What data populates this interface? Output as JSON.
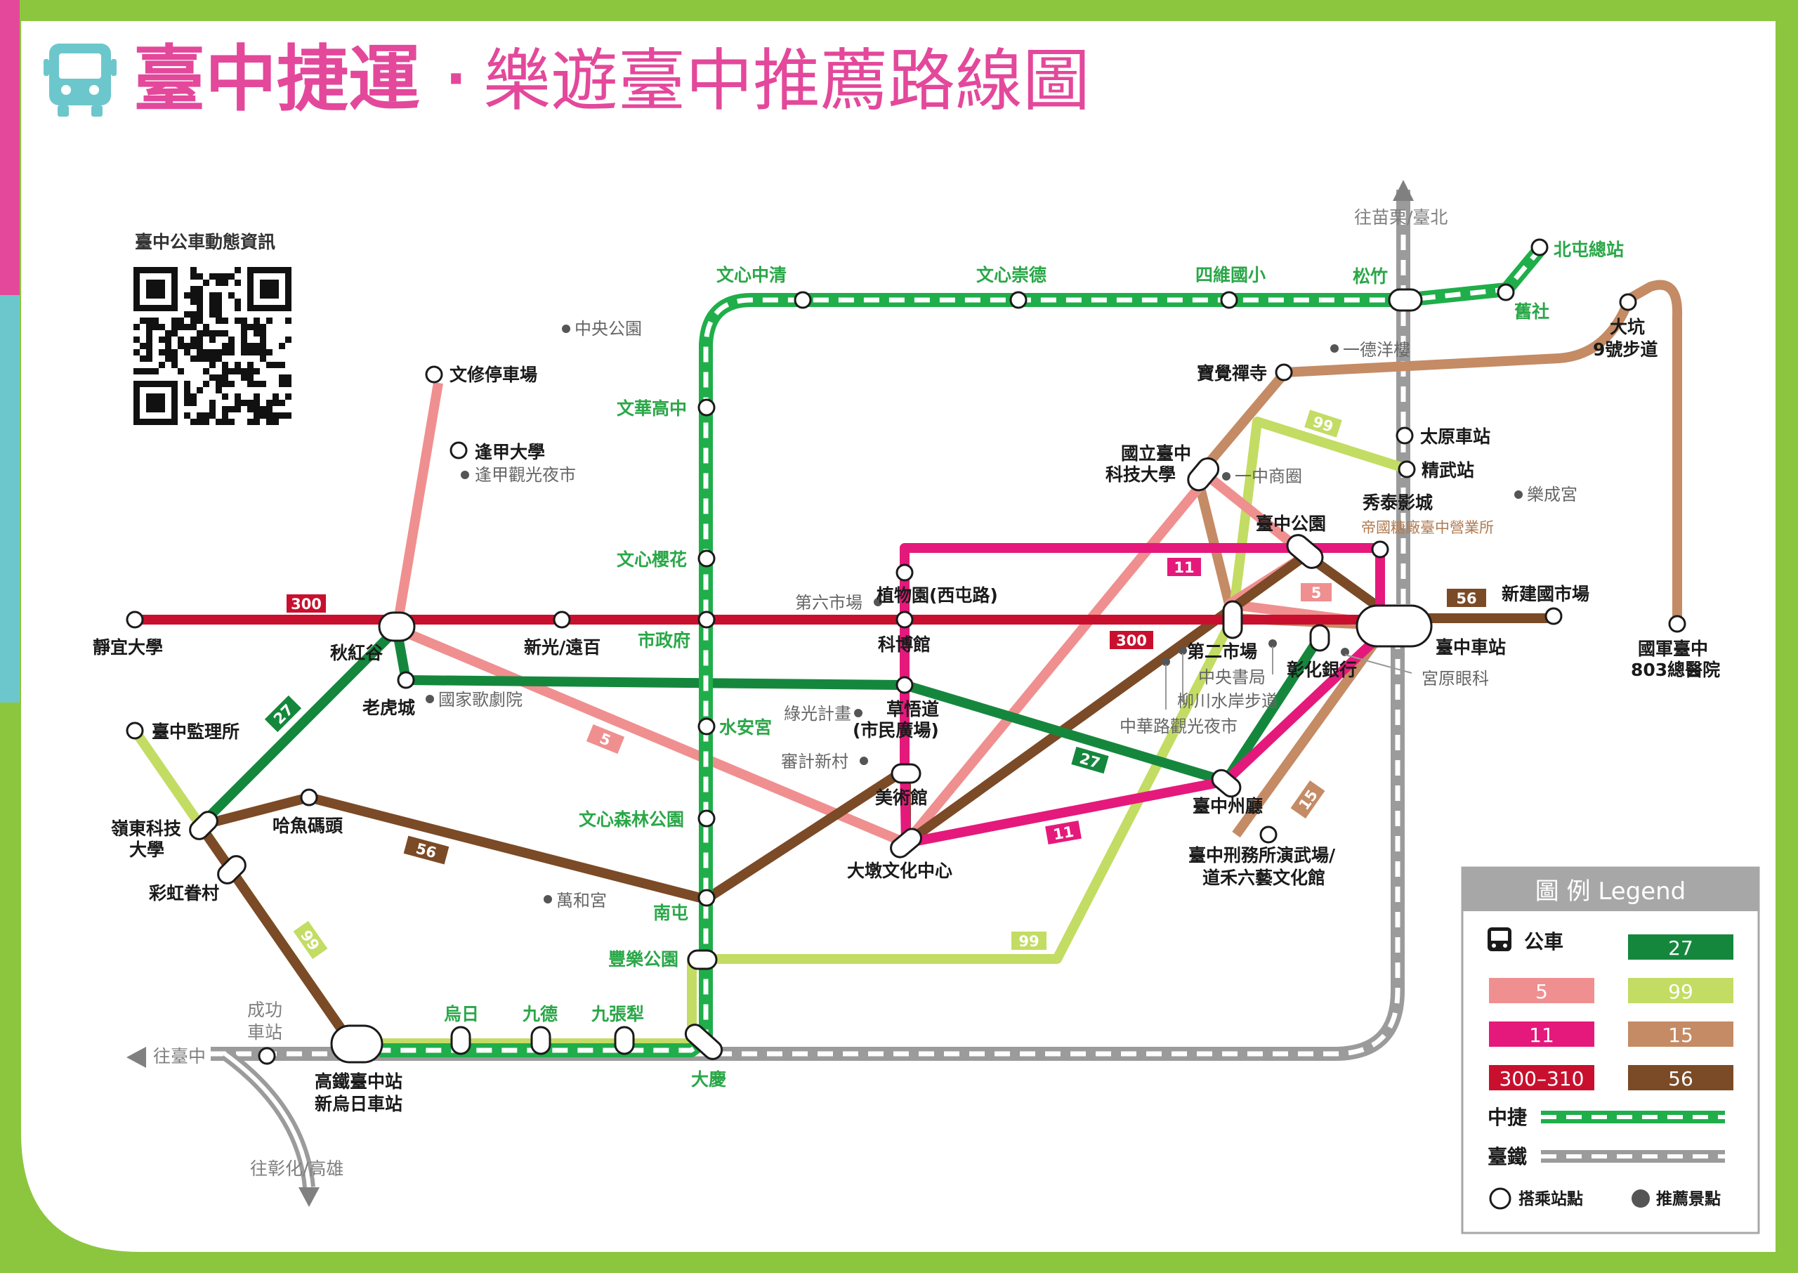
{
  "title": {
    "main": "臺中捷運",
    "dot": "·",
    "sub": "樂遊臺中推薦路線圖"
  },
  "qr": {
    "caption": "臺中公車動態資訊"
  },
  "colors": {
    "line5": "#f08f8f",
    "line11": "#e5197b",
    "line300": "#c8102e",
    "line27": "#15873d",
    "line99": "#c3dc63",
    "line15": "#c48b65",
    "line56": "#7b4a26",
    "mrt": "#1fae4a",
    "tra": "#9b9b9b",
    "title_pink": "#e3489b",
    "bus_icon": "#6cc7cc",
    "station_green": "#2aa748",
    "frame_green": "#8cc63f"
  },
  "directions": {
    "north": "往苗栗/臺北",
    "west": "往臺中",
    "south": "往彰化/高雄"
  },
  "route_labels": {
    "r300_a": "300",
    "r300_b": "300",
    "r11_a": "11",
    "r11_b": "11",
    "r5_a": "5",
    "r5_b": "5",
    "r27_a": "27",
    "r27_b": "27",
    "r99_a": "99",
    "r99_b": "99",
    "r99_c": "99",
    "r56_a": "56",
    "r56_b": "56",
    "r15_a": "15"
  },
  "mrt_stations": {
    "wenxin_zhongqing": "文心中清",
    "wenxin_chongde": "文心崇德",
    "siwei": "四維國小",
    "songzhu": "松竹",
    "beitun": "北屯總站",
    "jiushe": "舊社",
    "wenhua": "文華高中",
    "wenxin_yinghua": "文心櫻花",
    "shizhengfu": "市政府",
    "shuiangong": "水安宮",
    "wenxin_senlin": "文心森林公園",
    "nantun": "南屯",
    "fengle": "豐樂公園",
    "daqing": "大慶",
    "jiuzhangli": "九張犁",
    "jiude": "九德",
    "wuri": "烏日"
  },
  "bus_stations": {
    "jingyi": "靜宜大學",
    "qiuhonggu": "秋紅谷",
    "xinguang": "新光/遠百",
    "wenxiu": "文修停車場",
    "fengjia": "逢甲大學",
    "laohucheng": "老虎城",
    "jianyu": "臺中監理所",
    "lingtung_1": "嶺東科技",
    "lingtung_2": "大學",
    "hayu": "哈魚碼頭",
    "caihong": "彩虹眷村",
    "zhiwuyuan": "植物園(西屯路)",
    "kebo": "科博館",
    "caowu_1": "草悟道",
    "caowu_2": "(市民廣場)",
    "meishuguan": "美術館",
    "dadun": "大墩文化中心",
    "baojue": "寶覺禪寺",
    "kejida_1": "國立臺中",
    "kejida_2": "科技大學",
    "taichung_park": "臺中公園",
    "xiutai": "秀泰影城",
    "taiyuan": "太原車站",
    "jingwu": "精武站",
    "second_market": "第二市場",
    "changhua_bank": "彰化銀行",
    "tc_station": "臺中車站",
    "xinjian": "新建國市場",
    "dakeng_1": "大坑",
    "dakeng_2": "9號步道",
    "hospital_1": "國軍臺中",
    "hospital_2": "803總醫院",
    "zhouting": "臺中州廳",
    "prison_1": "臺中刑務所演武場/",
    "prison_2": "道禾六藝文化館",
    "hsr_1": "高鐵臺中站",
    "hsr_2": "新烏日車站",
    "chenggong_1": "成功",
    "chenggong_2": "車站"
  },
  "attractions": {
    "central_park": "中央公園",
    "fengjia_market": "逢甲觀光夜市",
    "opera": "國家歌劇院",
    "sixth_market": "第六市場",
    "lvguang": "綠光計畫",
    "shenji": "審計新村",
    "wanhe": "萬和宮",
    "yide": "一德洋樓",
    "yizhong": "一中商圈",
    "lecheng": "樂成宮",
    "sugar": "帝國糖廠臺中營業所",
    "book": "中央書局",
    "liuchuan": "柳川水岸步道",
    "zhonghua": "中華路觀光夜市",
    "miyahara": "宮原眼科"
  },
  "legend": {
    "title": "圖 例 Legend",
    "bus_label": "公車",
    "items": [
      "27",
      "5",
      "99",
      "11",
      "15",
      "300–310",
      "56"
    ],
    "mrt_label": "中捷",
    "tra_label": "臺鐵",
    "stop_label": "搭乘站點",
    "attraction_label": "推薦景點"
  }
}
